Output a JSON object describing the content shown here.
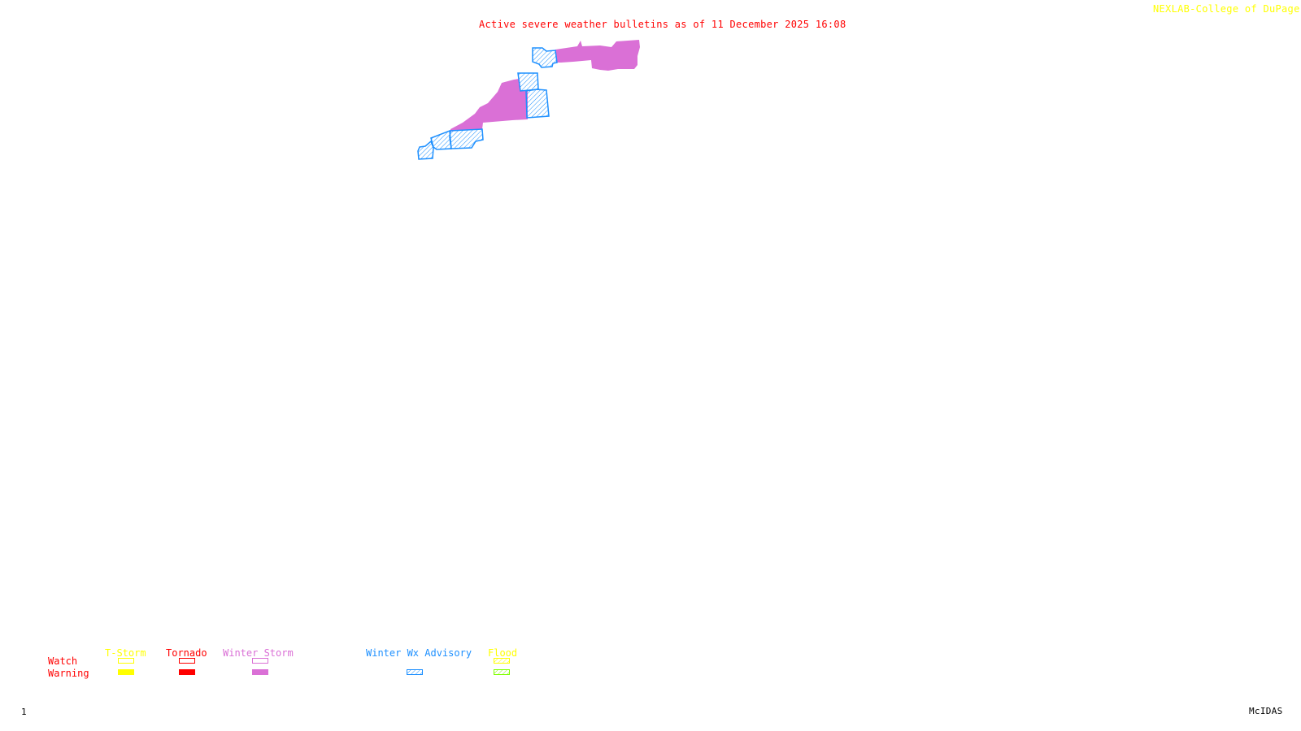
{
  "header": {
    "title": "Active severe weather bulletins as of 11 December 2025 16:08",
    "credit": "NEXLAB-College of DuPage",
    "credit_icon": "logo-mark-icon"
  },
  "footer": {
    "frame_number": "1",
    "software": "McIDAS"
  },
  "colors": {
    "title": "#ff0000",
    "credit": "#ffff00",
    "tstorm": "#ffff00",
    "tornado": "#ff0000",
    "winter_storm": "#da70d6",
    "winter_wx_advisory": "#1e90ff",
    "flood_watch": "#ffff00",
    "flood_warning": "#7fff00"
  },
  "legend": {
    "row_labels": {
      "watch": "Watch",
      "warning": "Warning"
    },
    "categories": [
      {
        "key": "tstorm",
        "label": "T-Storm",
        "watch_style": "outline",
        "warning_style": "solid"
      },
      {
        "key": "tornado",
        "label": "Tornado",
        "watch_style": "outline",
        "warning_style": "solid"
      },
      {
        "key": "winter_storm",
        "label": "Winter Storm",
        "watch_style": "outline",
        "warning_style": "solid"
      },
      {
        "key": "winter_wx_advisory",
        "label": "Winter Wx Advisory",
        "watch_style": "none",
        "warning_style": "hatched"
      },
      {
        "key": "flood",
        "label": "Flood",
        "watch_style": "hatched",
        "warning_style": "hatched"
      }
    ]
  },
  "map": {
    "active_bulletins": [
      {
        "type": "Winter Storm Warning",
        "style": "solid",
        "color": "#da70d6",
        "region": "northern band, east segment"
      },
      {
        "type": "Winter Storm Warning",
        "style": "solid",
        "color": "#da70d6",
        "region": "central diagonal segment"
      },
      {
        "type": "Winter Wx Advisory",
        "style": "hatched",
        "color": "#1e90ff",
        "region": "northern band, west county"
      },
      {
        "type": "Winter Wx Advisory",
        "style": "hatched",
        "color": "#1e90ff",
        "region": "central upper county"
      },
      {
        "type": "Winter Wx Advisory",
        "style": "hatched",
        "color": "#1e90ff",
        "region": "central right county"
      },
      {
        "type": "Winter Wx Advisory",
        "style": "hatched",
        "color": "#1e90ff",
        "region": "southwest counties"
      }
    ]
  }
}
